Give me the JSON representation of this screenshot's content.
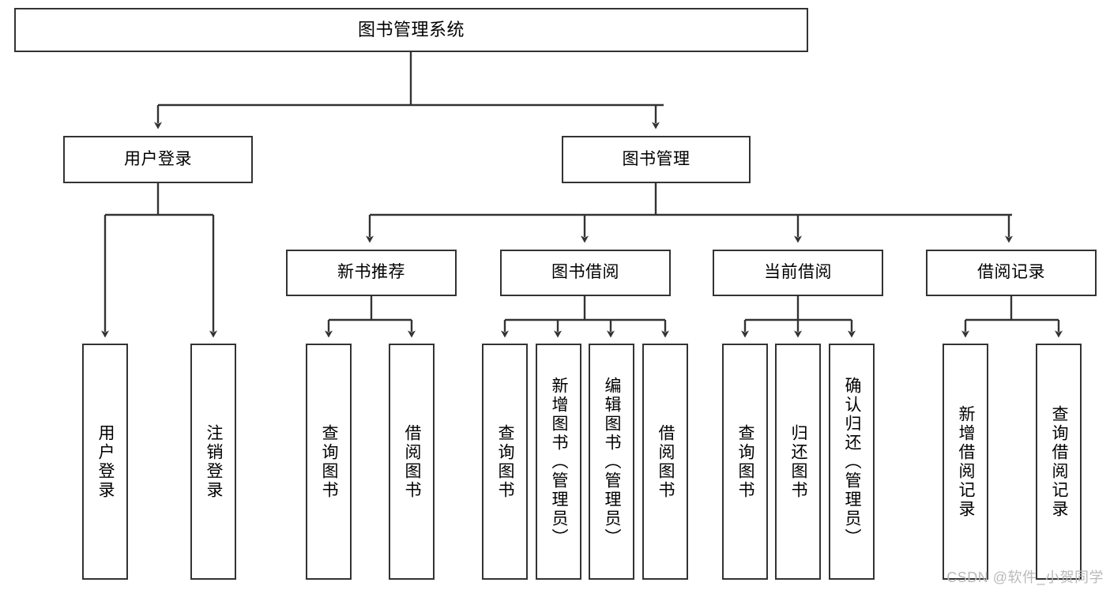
{
  "diagram": {
    "title": "图书管理系统",
    "type": "tree",
    "theme": {
      "background": "#ffffff",
      "node_border": "#333333",
      "node_fill": "#ffffff",
      "edge_color": "#333333",
      "text_color": "#000000",
      "watermark_color": "#b9b9b9"
    },
    "root": {
      "label": "图书管理系统"
    },
    "level1": [
      {
        "label": "用户登录"
      },
      {
        "label": "图书管理"
      }
    ],
    "level2": [
      {
        "label": "新书推荐"
      },
      {
        "label": "图书借阅"
      },
      {
        "label": "当前借阅"
      },
      {
        "label": "借阅记录"
      }
    ],
    "leaves": {
      "user_login": [
        {
          "label": "用户登录"
        },
        {
          "label": "注销登录"
        }
      ],
      "new_book_recommend": [
        {
          "label": "查询图书"
        },
        {
          "label": "借阅图书"
        }
      ],
      "book_borrow": [
        {
          "label": "查询图书"
        },
        {
          "label": "新增图书（管理员）"
        },
        {
          "label": "编辑图书（管理员）"
        },
        {
          "label": "借阅图书"
        }
      ],
      "current_borrow": [
        {
          "label": "查询图书"
        },
        {
          "label": "归还图书"
        },
        {
          "label": "确认归还（管理员）"
        }
      ],
      "borrow_record": [
        {
          "label": "新增借阅记录"
        },
        {
          "label": "查询借阅记录"
        }
      ]
    }
  },
  "watermark": {
    "text": "CSDN @软件_小贺同学"
  }
}
